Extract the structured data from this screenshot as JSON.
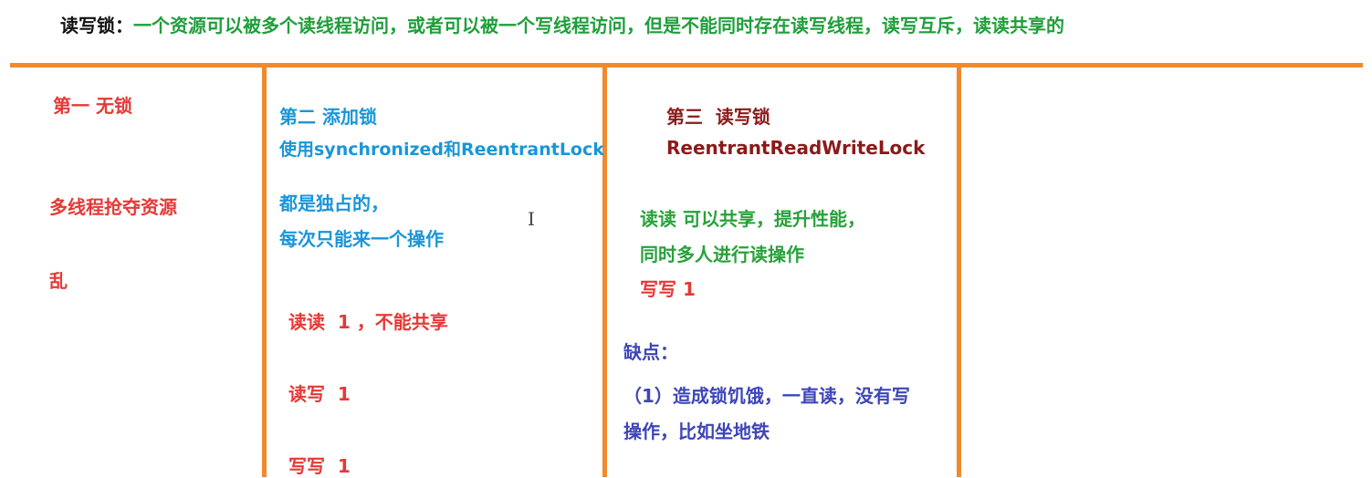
{
  "header": {
    "term": "读写锁：",
    "definition": "一个资源可以被多个读线程访问，或者可以被一个写线程访问，但是不能同时存在读写线程，读写互斥，读读共享的"
  },
  "columns": [
    {
      "title": "第一 无锁",
      "lines": [
        "多线程抢夺资源",
        "乱"
      ]
    },
    {
      "title": "第二 添加锁",
      "subtitle": "使用synchronized和ReentrantLock",
      "note": [
        "都是独占的，",
        "每次只能来一个操作"
      ],
      "cases": [
        "读读  1 ，不能共享",
        "读写  1",
        "写写  1"
      ]
    },
    {
      "title": "第三  读写锁",
      "subtitle": "ReentrantReadWriteLock",
      "benefit": [
        "读读 可以共享，提升性能，",
        "同时多人进行读操作"
      ],
      "write_case": "写写 1",
      "drawback_label": "缺点：",
      "drawback": [
        "（1）造成锁饥饿，一直读，没有写",
        "操作，比如坐地铁"
      ]
    }
  ],
  "colors": {
    "divider": "#f08a2c",
    "header_text": "#1f9e3a",
    "red": "#e53935",
    "blue": "#1a96d8",
    "maroon": "#8b1a1a",
    "green": "#27a23a",
    "indigo": "#3d45b8"
  },
  "cursor_icon": "text-cursor-icon"
}
